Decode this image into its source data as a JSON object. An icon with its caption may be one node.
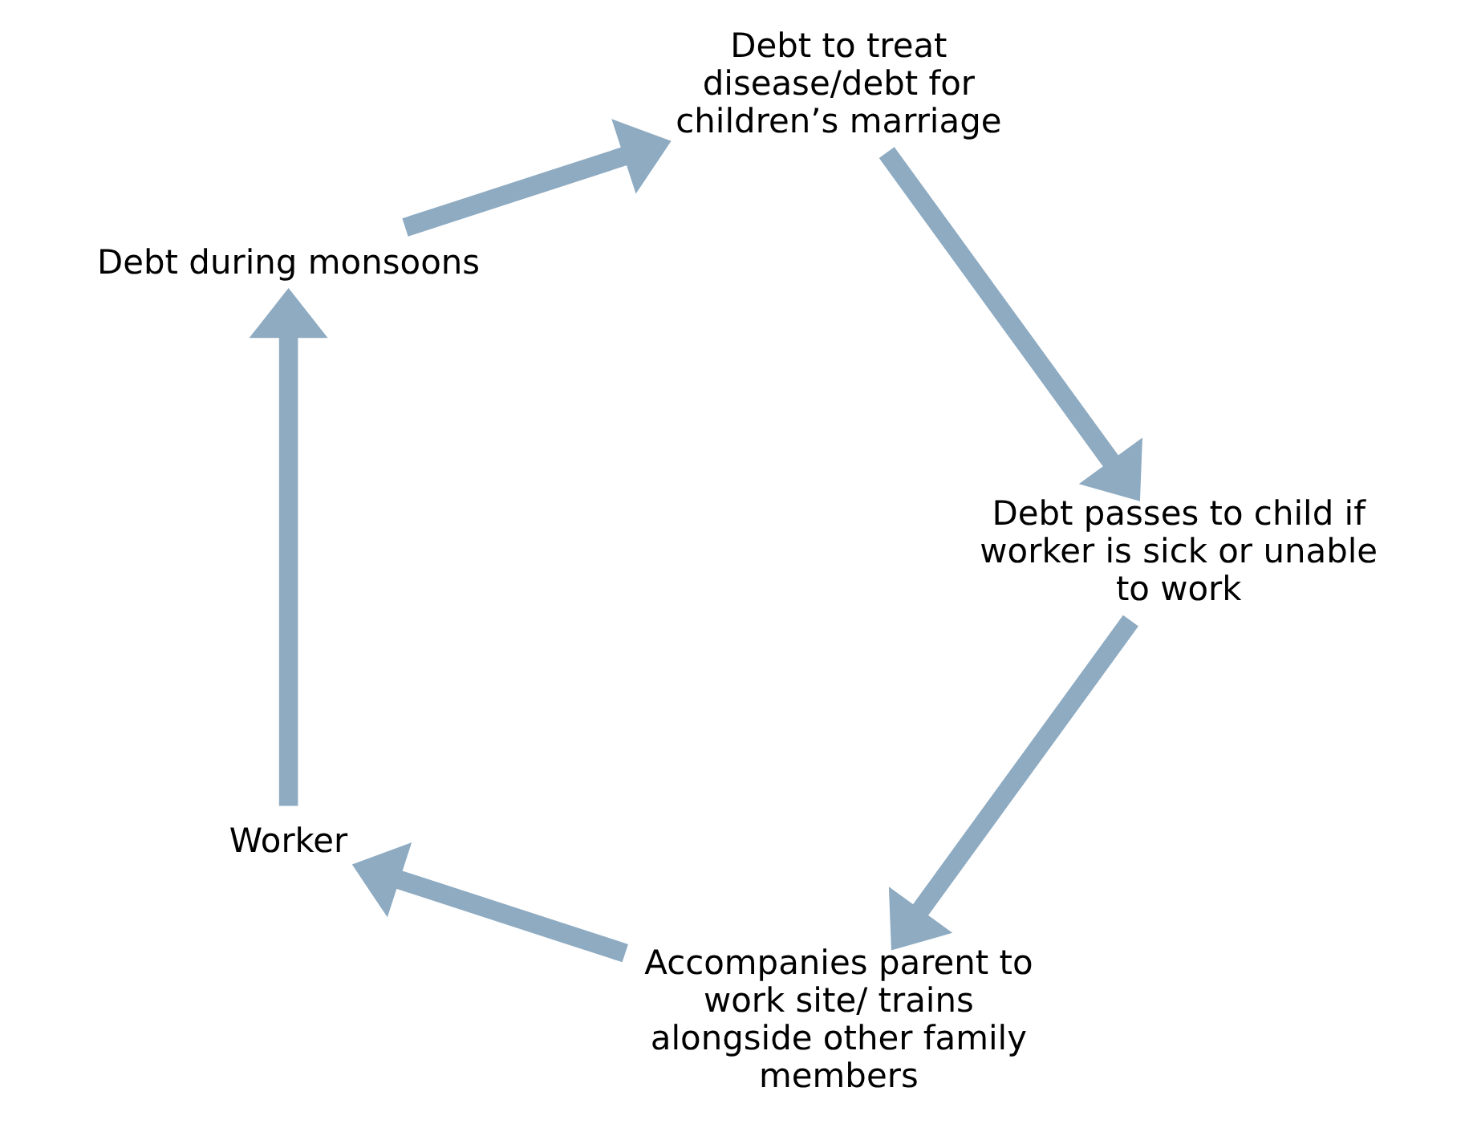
{
  "diagram": {
    "nodes": [
      {
        "text": [
          "Accompanies parent to work site/ trains alongside other family members"
        ]
      },
      {
        "text": [
          "Worker"
        ]
      },
      {
        "text": [
          "Debt during monsoons"
        ]
      },
      {
        "text": [
          "Debt passes to child if worker is sick or unable to work"
        ]
      },
      {
        "text": [
          "Debt to treat disease/debt for children’s marriage"
        ]
      }
    ],
    "edges": [
      {
        "from": 0,
        "to": 1,
        "arrow": "to"
      },
      {
        "from": 1,
        "to": 2,
        "arrow": "to"
      },
      {
        "from": 2,
        "to": 4,
        "arrow": "to"
      },
      {
        "from": 4,
        "to": 3,
        "arrow": "to"
      },
      {
        "from": 3,
        "to": 0,
        "arrow": "to"
      }
    ]
  }
}
